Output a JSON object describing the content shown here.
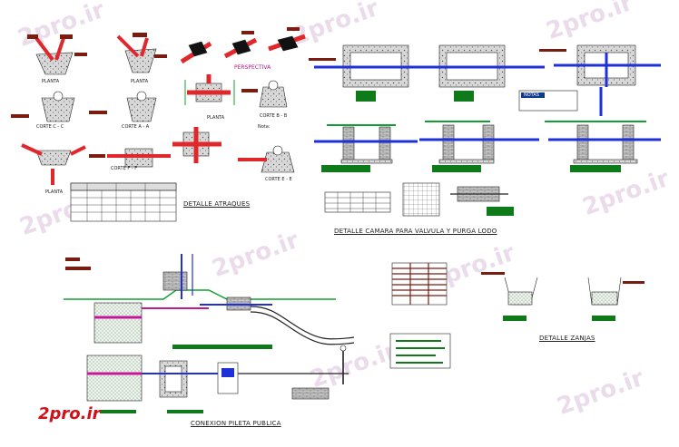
{
  "labels": {
    "planta_1": "PLANTA",
    "planta_2": "PLANTA",
    "planta_3": "PLANTA",
    "planta_4": "PLANTA",
    "perspectiva": "PERSPECTIVA",
    "corte_cc": "CORTE C - C",
    "corte_aa": "CORTE A - A",
    "corte_ff": "CORTE F - F",
    "corte_bb": "CORTE B - B",
    "corte_ee": "CORTE E - E",
    "notas": "Nota:",
    "detalle_atraques": "DETALLE ATRAQUES",
    "detalle_camara": "DETALLE CAMARA PARA VALVULA Y PURGA LODO",
    "detalle_zanjas": "DETALLE ZANJAS",
    "conexion_pileta": "CONEXION PILETA PUBLICA",
    "notas_box": "NOTAS"
  },
  "watermarks": [
    "2pro.ir",
    "2pro.ir",
    "2pro.ir",
    "2pro.ir",
    "2pro.ir",
    "2pro.ir",
    "2pro.ir",
    "2pro.ir"
  ],
  "brand": "2pro.ir",
  "colors": {
    "pipe_red": "#e0282c",
    "pipe_blue": "#2030d8",
    "ground_green": "#10a030",
    "magenta": "#c01896",
    "label_bg": "#7a1d10",
    "green_label": "#0e7a1a",
    "concrete": "#9a9a9a"
  }
}
